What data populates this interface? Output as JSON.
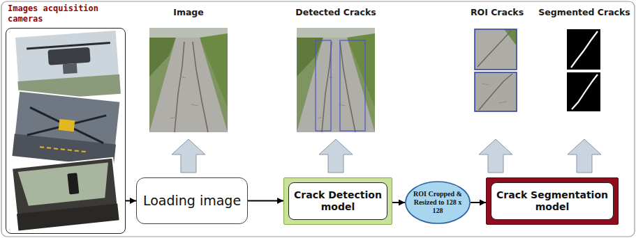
{
  "diagram": {
    "nodes": [
      {
        "text": [
          "Images acquisition cameras"
        ]
      },
      {
        "text": [
          "Loading image"
        ]
      },
      {
        "text": [
          "Crack Detection model"
        ]
      },
      {
        "text": [
          "ROI Cropped & Resized to 128 x 128"
        ]
      },
      {
        "text": [
          "Crack Segmentation model"
        ]
      }
    ],
    "edges": [
      {
        "from": 0,
        "to": 1,
        "arrow": "to"
      },
      {
        "from": 1,
        "to": 2,
        "arrow": "to"
      },
      {
        "from": 2,
        "to": 3,
        "arrow": "to"
      },
      {
        "from": 3,
        "to": 4,
        "arrow": "to"
      }
    ],
    "labels": [
      "Image",
      "Detected Cracks",
      "ROI Cracks",
      "Segmented Cracks"
    ]
  }
}
